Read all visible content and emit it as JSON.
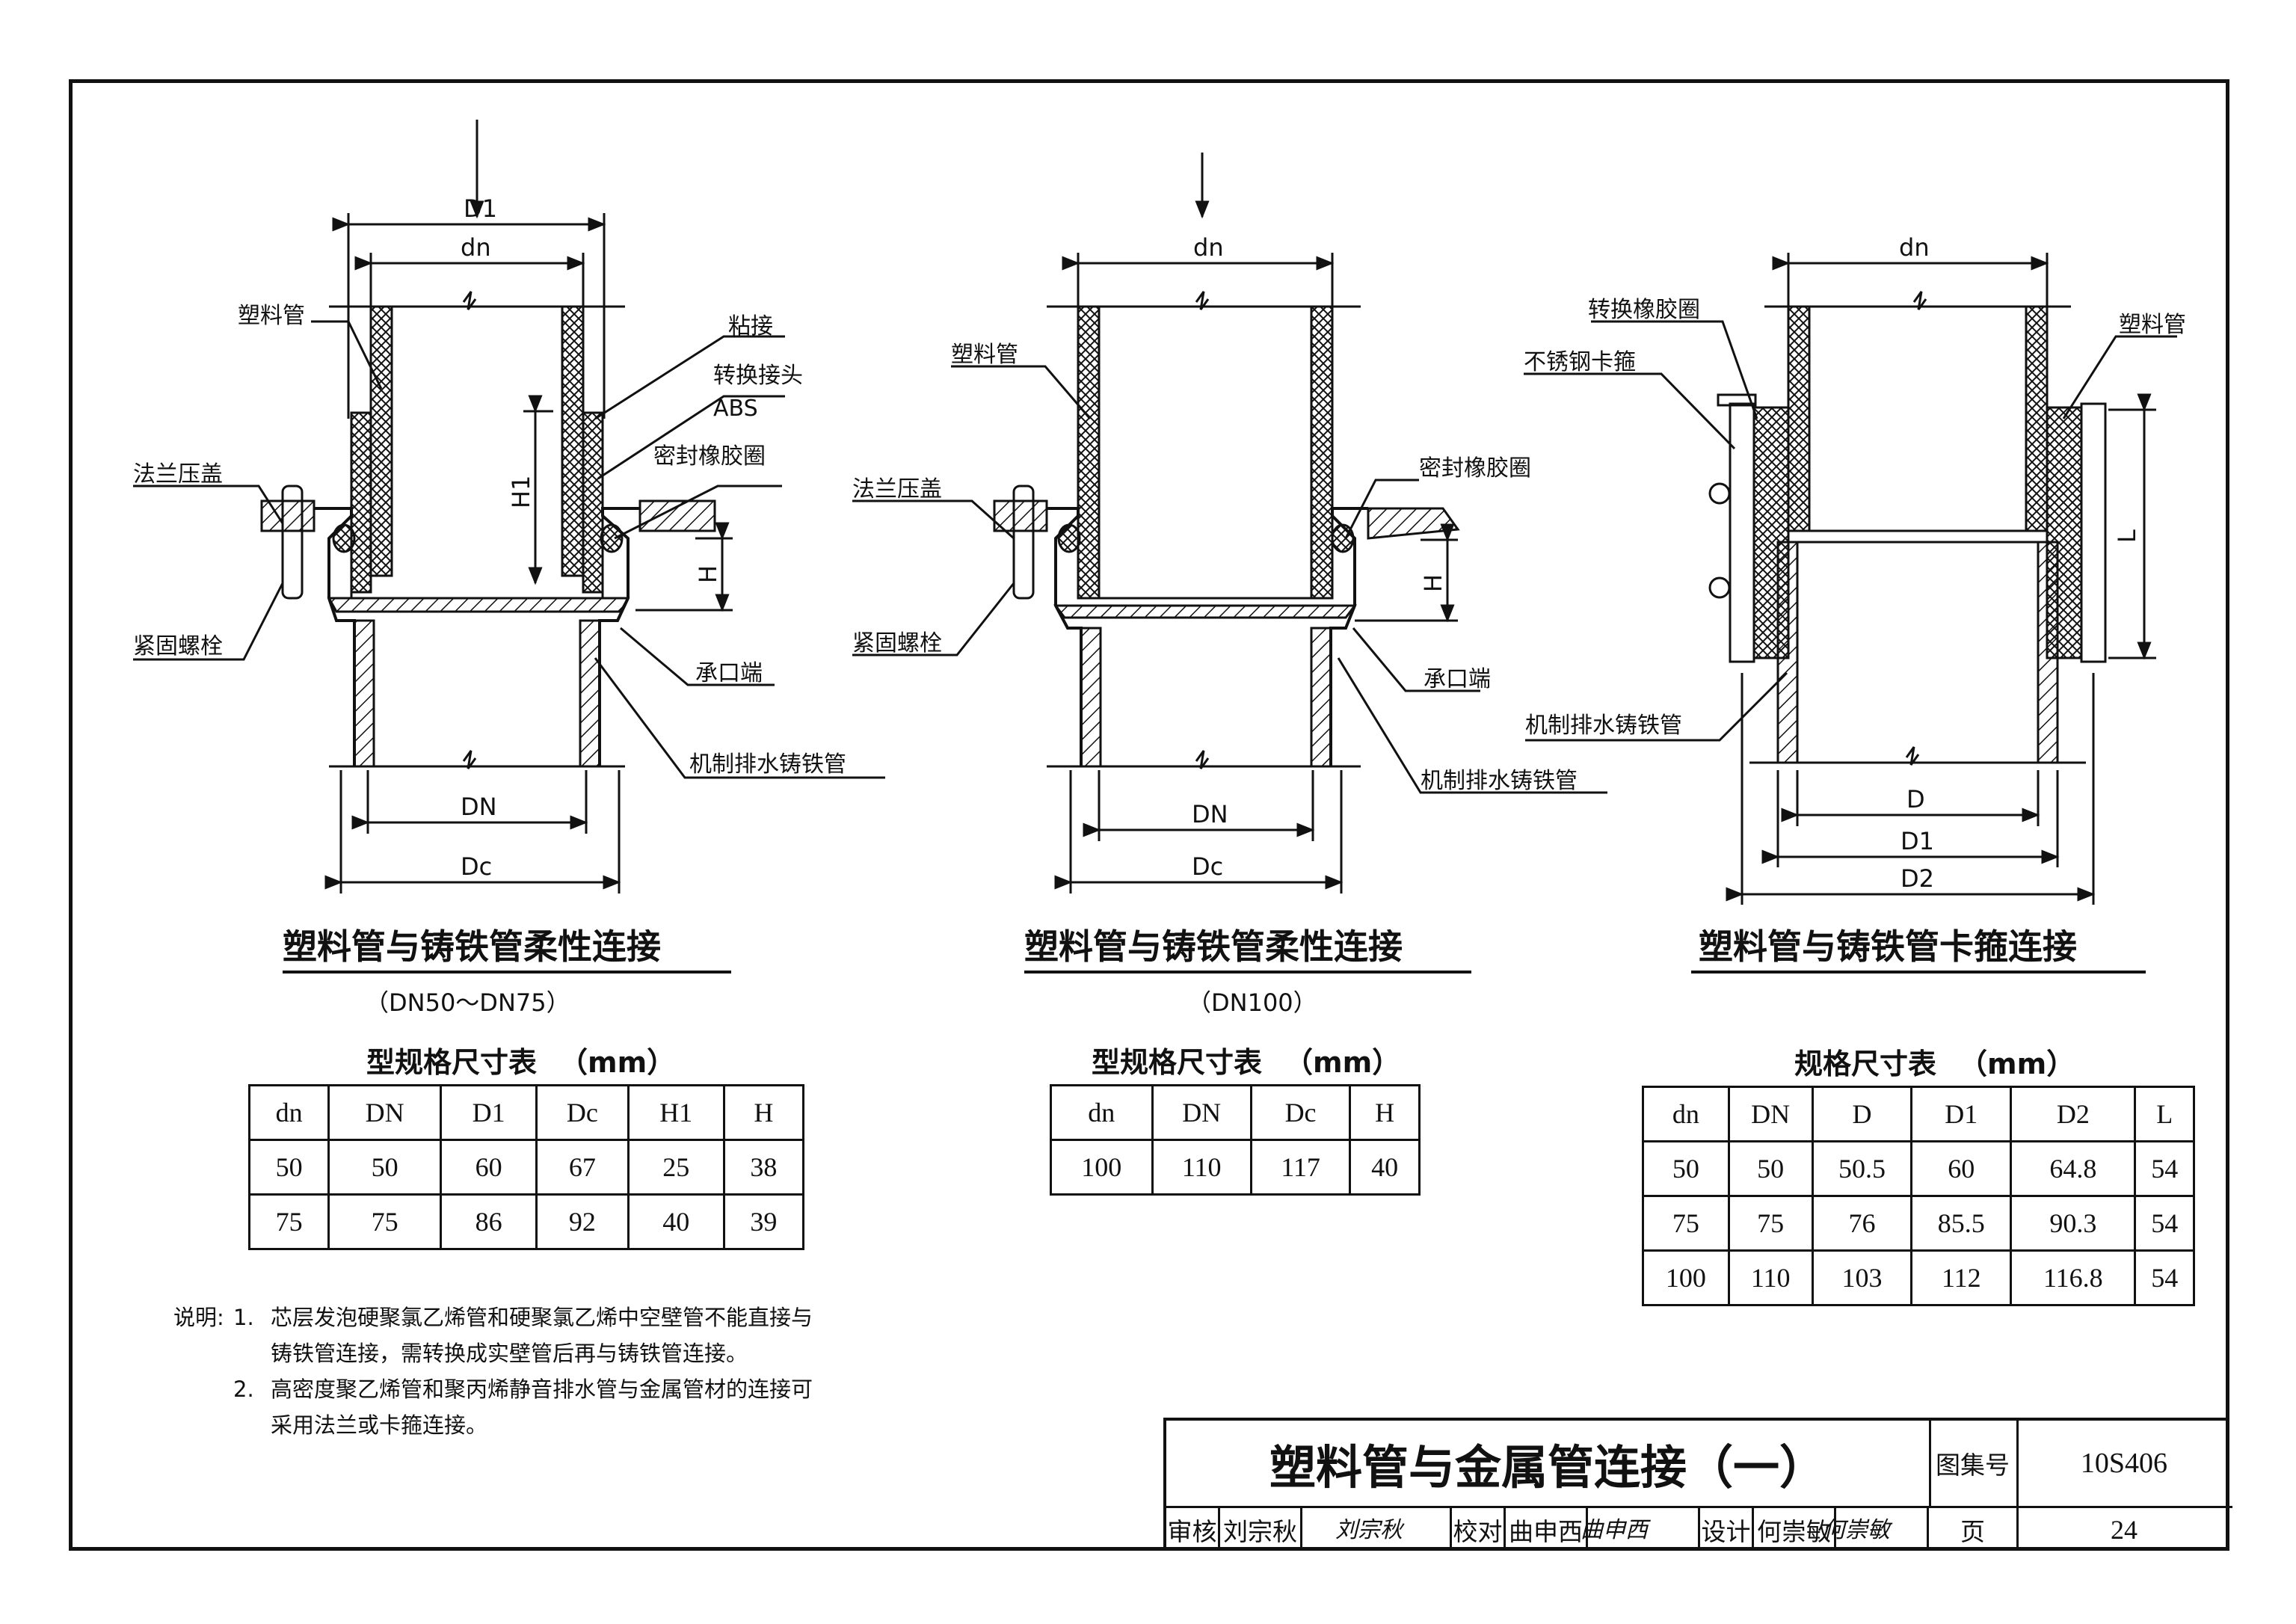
{
  "figures": [
    {
      "title": "塑料管与铸铁管柔性连接",
      "subtitle": "（DN50～DN75）",
      "dims": {
        "top1": "D1",
        "top2": "dn",
        "h1": "H1",
        "h": "H",
        "bot1": "DN",
        "bot2": "Dc"
      },
      "labels": {
        "plastic_pipe": "塑料管",
        "glue": "粘接",
        "adapter": "转换接头",
        "abs": "ABS",
        "flange_cover": "法兰压盖",
        "seal_ring": "密封橡胶圈",
        "bolt": "紧固螺栓",
        "socket_end": "承口端",
        "cast_iron_pipe": "机制排水铸铁管"
      }
    },
    {
      "title": "塑料管与铸铁管柔性连接",
      "subtitle": "（DN100）",
      "dims": {
        "top": "dn",
        "h": "H",
        "bot1": "DN",
        "bot2": "Dc"
      },
      "labels": {
        "plastic_pipe": "塑料管",
        "flange_cover": "法兰压盖",
        "seal_ring": "密封橡胶圈",
        "bolt": "紧固螺栓",
        "socket_end": "承口端",
        "cast_iron_pipe": "机制排水铸铁管"
      }
    },
    {
      "title": "塑料管与铸铁管卡箍连接",
      "dims": {
        "top": "dn",
        "l": "L",
        "bot1": "D",
        "bot2": "D1",
        "bot3": "D2"
      },
      "labels": {
        "rubber_ring": "转换橡胶圈",
        "clamp": "不锈钢卡箍",
        "plastic_pipe": "塑料管",
        "cast_iron_pipe": "机制排水铸铁管"
      }
    }
  ],
  "tables": [
    {
      "caption": "型规格尺寸表",
      "unit": "（mm）",
      "headers": [
        "dn",
        "DN",
        "D1",
        "Dc",
        "H1",
        "H"
      ],
      "rows": [
        [
          "50",
          "50",
          "60",
          "67",
          "25",
          "38"
        ],
        [
          "75",
          "75",
          "86",
          "92",
          "40",
          "39"
        ]
      ]
    },
    {
      "caption": "型规格尺寸表",
      "unit": "（mm）",
      "headers": [
        "dn",
        "DN",
        "Dc",
        "H"
      ],
      "rows": [
        [
          "100",
          "110",
          "117",
          "40"
        ]
      ]
    },
    {
      "caption": "规格尺寸表",
      "unit": "（mm）",
      "headers": [
        "dn",
        "DN",
        "D",
        "D1",
        "D2",
        "L"
      ],
      "rows": [
        [
          "50",
          "50",
          "50.5",
          "60",
          "64.8",
          "54"
        ],
        [
          "75",
          "75",
          "76",
          "85.5",
          "90.3",
          "54"
        ],
        [
          "100",
          "110",
          "103",
          "112",
          "116.8",
          "54"
        ]
      ]
    }
  ],
  "notes": {
    "label": "说明:",
    "items": [
      {
        "num": "1.",
        "lines": [
          "芯层发泡硬聚氯乙烯管和硬聚氯乙烯中空壁管不能直接与",
          "铸铁管连接，需转换成实壁管后再与铸铁管连接。"
        ]
      },
      {
        "num": "2.",
        "lines": [
          "高密度聚乙烯管和聚丙烯静音排水管与金属管材的连接可",
          "采用法兰或卡箍连接。"
        ]
      }
    ]
  },
  "title_block": {
    "title": "塑料管与金属管连接（一）",
    "atlas_label": "图集号",
    "atlas_no": "10S406",
    "review_label": "审核",
    "reviewer": "刘宗秋",
    "check_label": "校对",
    "checker": "曲申西",
    "design_label": "设计",
    "designer": "何崇敏",
    "page_label": "页",
    "page_no": "24"
  }
}
